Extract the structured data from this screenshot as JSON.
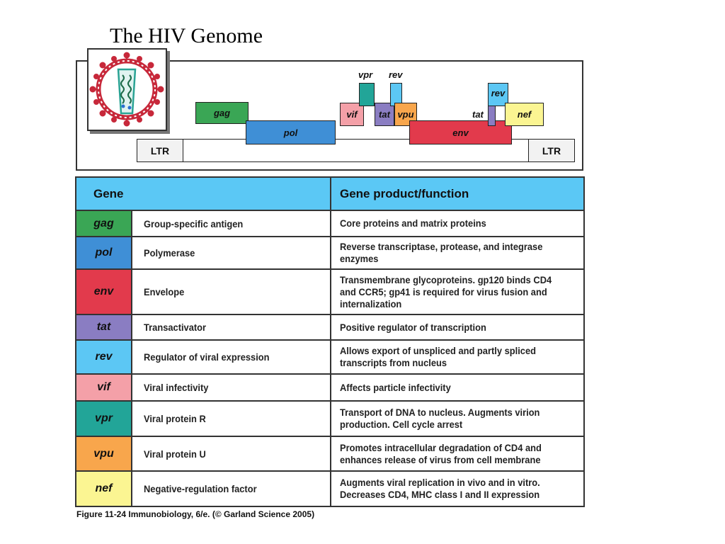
{
  "title": "The HIV Genome",
  "genome_map": {
    "ltr_left": "LTR",
    "ltr_right": "LTR",
    "genes": {
      "gag": "gag",
      "pol": "pol",
      "vif": "vif",
      "vpr": "vpr",
      "tat1": "tat",
      "rev1": "rev",
      "vpu": "vpu",
      "env": "env",
      "tat2": "tat",
      "rev2": "rev",
      "nef": "nef"
    }
  },
  "table": {
    "header_gene": "Gene",
    "header_function": "Gene product/function",
    "rows": [
      {
        "gene": "gag",
        "color": "#3aa655",
        "name": "Group-specific antigen",
        "function": "Core proteins and matrix proteins"
      },
      {
        "gene": "pol",
        "color": "#3f8fd6",
        "name": "Polymerase",
        "function": "Reverse transcriptase, protease, and integrase enzymes"
      },
      {
        "gene": "env",
        "color": "#e23a4c",
        "name": "Envelope",
        "function": "Transmembrane glycoproteins. gp120 binds CD4 and CCR5; gp41 is required for virus fusion and internalization"
      },
      {
        "gene": "tat",
        "color": "#8a7dc2",
        "name": "Transactivator",
        "function": "Positive regulator of transcription"
      },
      {
        "gene": "rev",
        "color": "#5cc7f4",
        "name": "Regulator of viral expression",
        "function": "Allows export of unspliced and partly spliced transcripts from nucleus"
      },
      {
        "gene": "vif",
        "color": "#f4a0a8",
        "name": "Viral infectivity",
        "function": "Affects particle infectivity"
      },
      {
        "gene": "vpr",
        "color": "#22a598",
        "name": "Viral protein R",
        "function": "Transport of DNA to nucleus. Augments virion production. Cell cycle arrest"
      },
      {
        "gene": "vpu",
        "color": "#f8a64c",
        "name": "Viral protein U",
        "function": "Promotes intracellular degradation of CD4 and enhances release of virus from cell membrane"
      },
      {
        "gene": "nef",
        "color": "#fbf592",
        "name": "Negative-regulation factor",
        "function": "Augments viral replication in vivo and in vitro. Decreases CD4, MHC class I and II expression"
      }
    ]
  },
  "caption": "Figure 11-24 Immunobiology, 6/e. (© Garland Science 2005)"
}
